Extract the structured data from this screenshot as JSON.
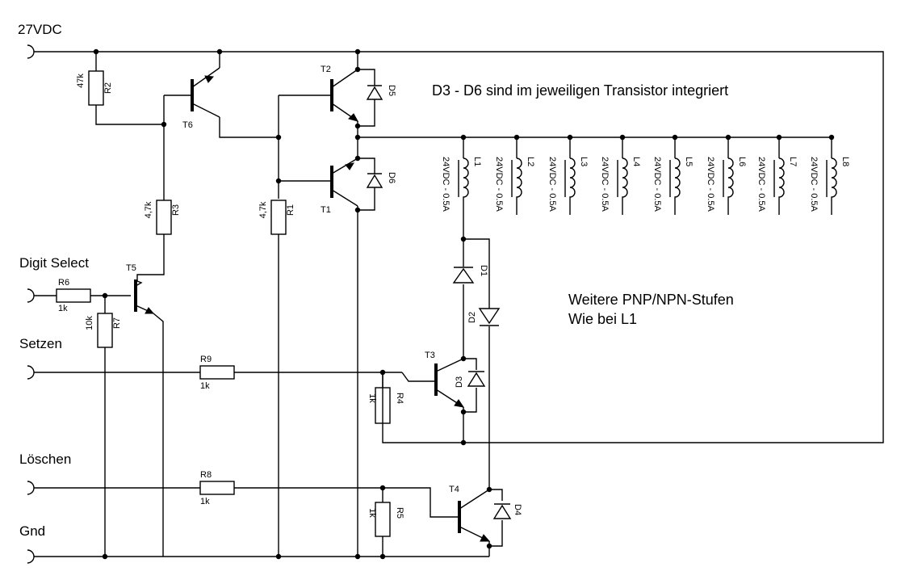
{
  "nets": {
    "vin": "27VDC",
    "digit_select": "Digit Select",
    "setzen": "Setzen",
    "loeschen": "Löschen",
    "gnd": "Gnd"
  },
  "notes": {
    "integrated": "D3 - D6 sind im jeweiligen Transistor integriert",
    "further_line1": "Weitere PNP/NPN-Stufen",
    "further_line2": "Wie bei L1"
  },
  "resistors": {
    "r1": {
      "ref": "R1",
      "value": "4,7k"
    },
    "r2": {
      "ref": "R2",
      "value": "47k"
    },
    "r3": {
      "ref": "R3",
      "value": "4,7k"
    },
    "r4": {
      "ref": "R4",
      "value": "1k"
    },
    "r5": {
      "ref": "R5",
      "value": "1k"
    },
    "r6": {
      "ref": "R6",
      "value": "1k"
    },
    "r7": {
      "ref": "R7",
      "value": "10k"
    },
    "r8": {
      "ref": "R8",
      "value": "1k"
    },
    "r9": {
      "ref": "R9",
      "value": "1k"
    }
  },
  "transistors": {
    "t1": "T1",
    "t2": "T2",
    "t3": "T3",
    "t4": "T4",
    "t5": "T5",
    "t6": "T6"
  },
  "diodes": {
    "d1": "D1",
    "d2": "D2",
    "d3": "D3",
    "d4": "D4",
    "d5": "D5",
    "d6": "D6"
  },
  "coils": [
    {
      "ref": "L1",
      "rating": "24VDC - 0.5A"
    },
    {
      "ref": "L2",
      "rating": "24VDC - 0.5A"
    },
    {
      "ref": "L3",
      "rating": "24VDC - 0.5A"
    },
    {
      "ref": "L4",
      "rating": "24VDC - 0.5A"
    },
    {
      "ref": "L5",
      "rating": "24VDC - 0.5A"
    },
    {
      "ref": "L6",
      "rating": "24VDC - 0.5A"
    },
    {
      "ref": "L7",
      "rating": "24VDC - 0.5A"
    },
    {
      "ref": "L8",
      "rating": "24VDC - 0.5A"
    }
  ]
}
